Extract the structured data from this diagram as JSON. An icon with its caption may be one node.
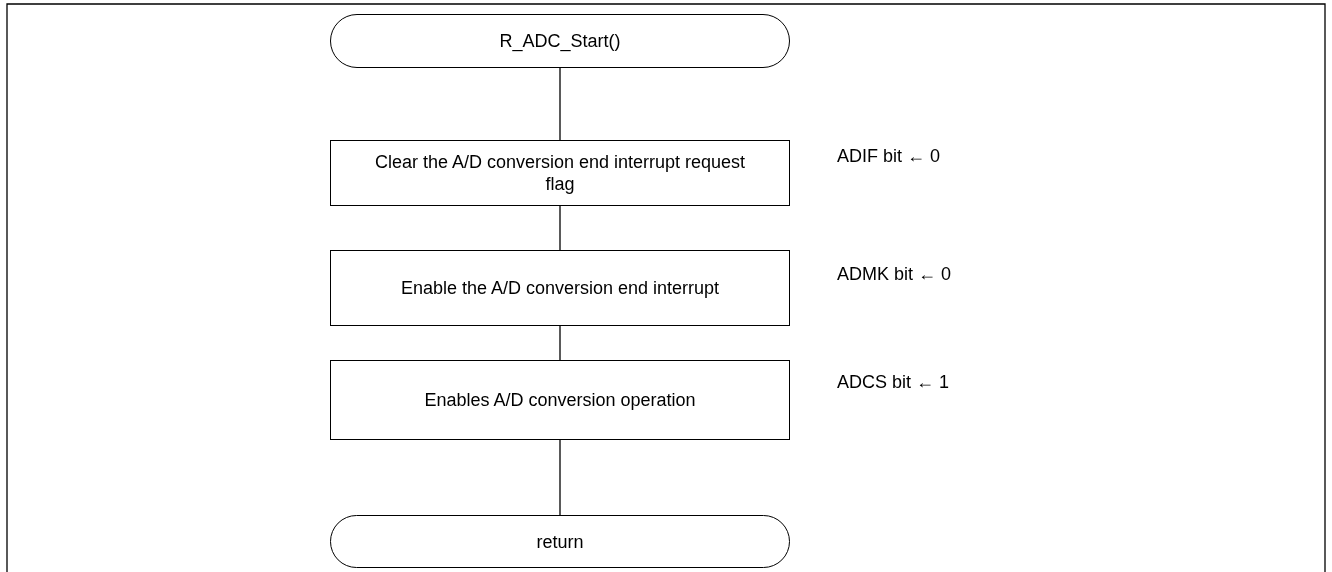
{
  "diagram": {
    "nodes": [
      {
        "text": [
          "R_ADC_Start()"
        ]
      },
      {
        "text": [
          "Clear the A/D conversion end interrupt request flag"
        ],
        "beside": [
          "ADIF bit ← 0"
        ]
      },
      {
        "text": [
          "Enable the A/D conversion end interrupt"
        ],
        "beside": [
          "ADMK bit ← 0"
        ]
      },
      {
        "text": [
          "Enables A/D conversion operation"
        ],
        "beside": [
          "ADCS bit ← 1"
        ]
      },
      {
        "text": [
          "return"
        ]
      }
    ],
    "edges": [
      {
        "from": 0,
        "to": 1,
        "arrow": "none"
      },
      {
        "from": 1,
        "to": 2,
        "arrow": "none"
      },
      {
        "from": 2,
        "to": 3,
        "arrow": "none"
      },
      {
        "from": 3,
        "to": 4,
        "arrow": "none"
      }
    ]
  }
}
